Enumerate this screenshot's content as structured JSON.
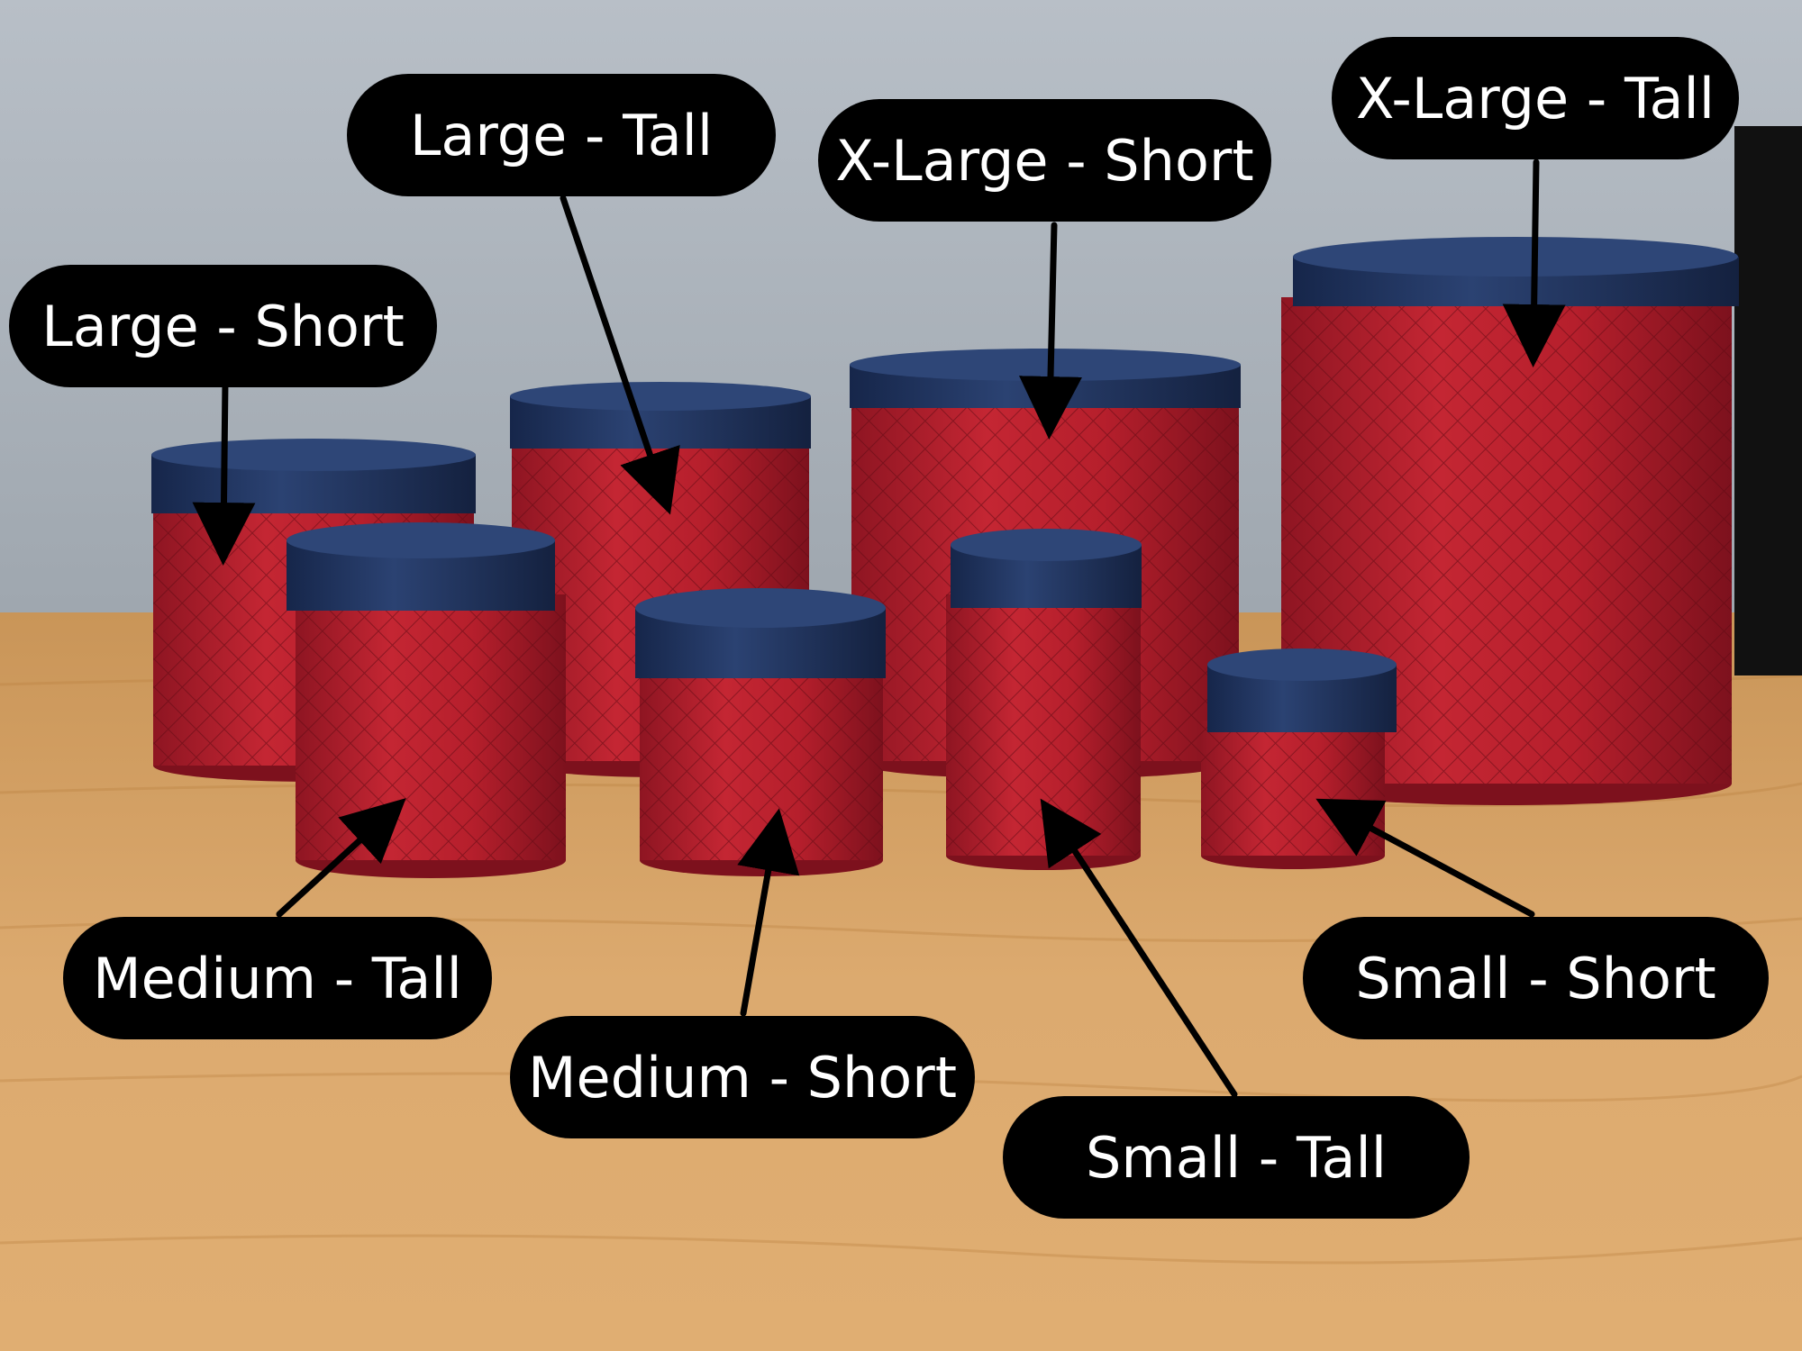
{
  "colors": {
    "wall": "#a9b0b8",
    "table": "#d6a368",
    "container_body": "#b8202e",
    "lid": "#22365e",
    "label_bg": "#000000",
    "label_text": "#ffffff"
  },
  "labels": {
    "large_short": "Large - Short",
    "large_tall": "Large - Tall",
    "xlarge_short": "X-Large - Short",
    "xlarge_tall": "X-Large - Tall",
    "medium_tall": "Medium - Tall",
    "medium_short": "Medium - Short",
    "small_tall": "Small - Tall",
    "small_short": "Small - Short"
  }
}
